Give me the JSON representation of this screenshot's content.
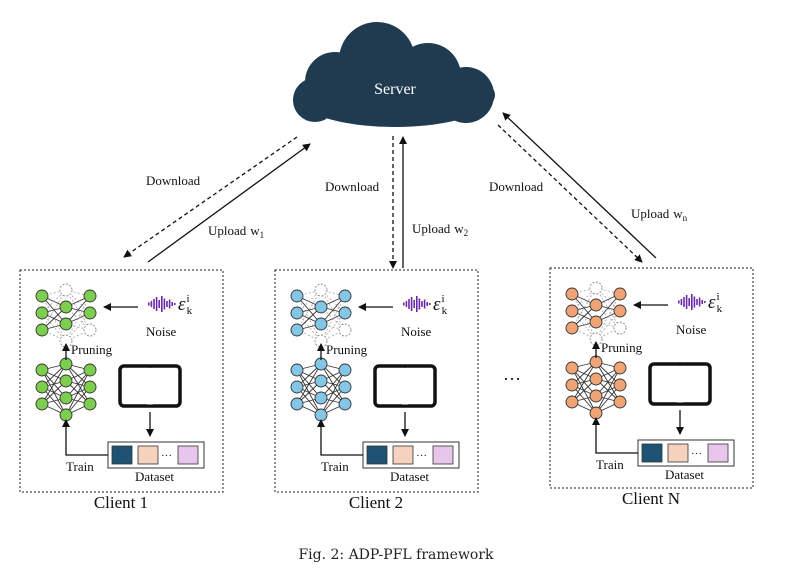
{
  "server": {
    "label": "Server",
    "color": "#203a50"
  },
  "links": [
    {
      "download": "Download",
      "upload": "Upload",
      "weight": "w",
      "weight_sub": "1"
    },
    {
      "download": "Download",
      "upload": "Upload",
      "weight": "w",
      "weight_sub": "2"
    },
    {
      "download": "Download",
      "upload": "Upload",
      "weight": "w",
      "weight_sub": "n"
    }
  ],
  "clients": [
    {
      "name": "Client 1",
      "node_color": "#7ccf4e",
      "pruning": "Pruning",
      "noise": "Noise",
      "train": "Train",
      "dataset": "Dataset"
    },
    {
      "name": "Client 2",
      "node_color": "#84c6e6",
      "pruning": "Pruning",
      "noise": "Noise",
      "train": "Train",
      "dataset": "Dataset"
    },
    {
      "name": "Client N",
      "node_color": "#f0a376",
      "pruning": "Pruning",
      "noise": "Noise",
      "train": "Train",
      "dataset": "Dataset"
    }
  ],
  "noise_symbol": {
    "base": "ε",
    "sup": "i",
    "sub": "k"
  },
  "ellipsis": "…",
  "dataset_cells": [
    "#1f5373",
    "#f4d2bd",
    "#e8c6ec"
  ],
  "dataset_dots": "···",
  "waveform_color": "#6a2aa8",
  "caption": "Fig. 2: ADP-PFL framework"
}
